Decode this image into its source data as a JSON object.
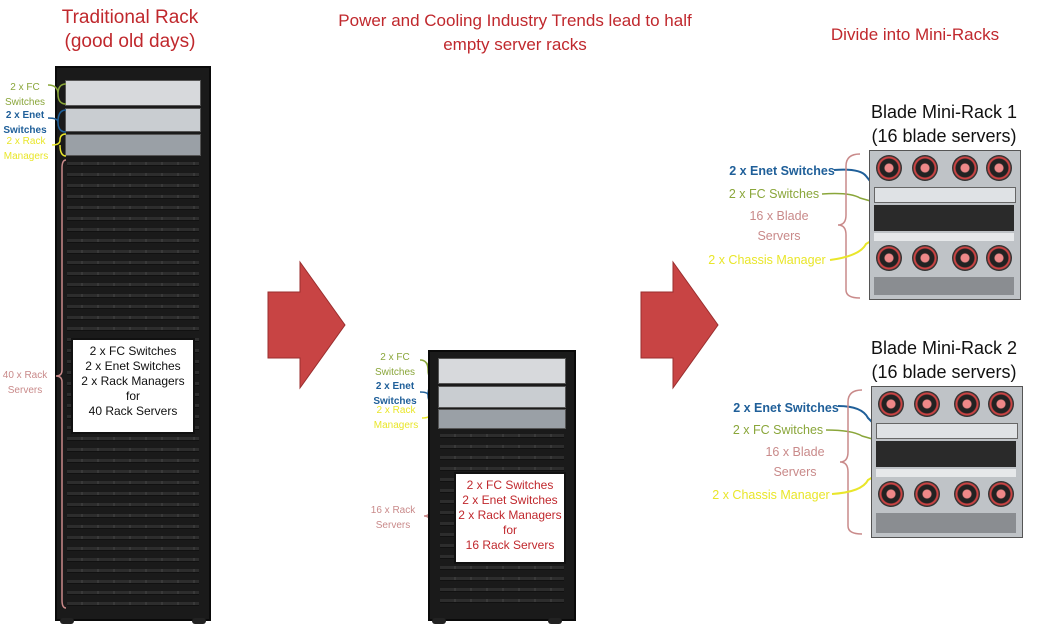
{
  "sections": {
    "traditional": {
      "title_line1": "Traditional Rack",
      "title_line2": "(good old days)"
    },
    "trends": {
      "title_line1": "Power and Cooling Industry Trends lead to half",
      "title_line2": "empty server racks"
    },
    "divide": {
      "title": "Divide into Mini-Racks"
    }
  },
  "rack1": {
    "labels": {
      "fc": [
        "2 x FC",
        "Switches"
      ],
      "enet": [
        "2 x Enet",
        "Switches"
      ],
      "mgr": [
        "2 x Rack",
        "Managers"
      ],
      "servers": [
        "40 x Rack",
        "Servers"
      ]
    },
    "box": [
      "2 x FC Switches",
      "2 x Enet Switches",
      "2 x Rack Managers",
      "for",
      "40 Rack Servers"
    ]
  },
  "rack2": {
    "labels": {
      "fc": [
        "2 x FC",
        "Switches"
      ],
      "enet": [
        "2 x Enet",
        "Switches"
      ],
      "mgr": [
        "2 x Rack",
        "Managers"
      ],
      "servers": [
        "16 x Rack",
        "Servers"
      ]
    },
    "box": [
      "2 x FC Switches",
      "2 x Enet Switches",
      "2 x Rack Managers",
      "for",
      "16 Rack Servers"
    ]
  },
  "mini1": {
    "title_line1": "Blade Mini-Rack 1",
    "title_line2": "(16 blade servers)",
    "enet": "2 x Enet Switches",
    "fc": "2 x FC Switches",
    "blades": [
      "16 x Blade",
      "Servers"
    ],
    "mgr": "2 x Chassis Manager"
  },
  "mini2": {
    "title_line1": "Blade Mini-Rack 2",
    "title_line2": "(16 blade servers)",
    "enet": "2 x Enet Switches",
    "fc": "2 x FC Switches",
    "blades": [
      "16 x Blade",
      "Servers"
    ],
    "mgr": "2 x Chassis Manager"
  },
  "colors": {
    "title_red": "#c0282d",
    "fc_green": "#8aa63a",
    "enet_blue": "#1f5f99",
    "mgr_yellow": "#e9e62a",
    "server_pink": "#c98a8a",
    "arrow_red": "#c84444"
  }
}
